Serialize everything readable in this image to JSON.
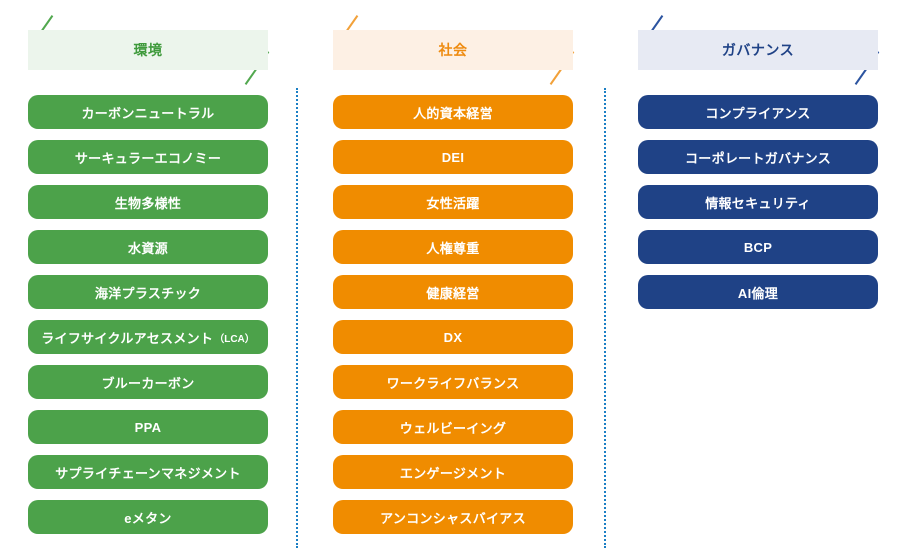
{
  "colors": {
    "environment_pill": "#4CA24A",
    "environment_header_bg": "#ecf5ec",
    "environment_header_text": "#3F9A3C",
    "society_pill": "#F08C00",
    "society_header_bg": "#fdf0e4",
    "society_header_text": "#EE8B10",
    "governance_pill": "#1F4286",
    "governance_header_bg": "#e7eaf3",
    "governance_header_text": "#1F4286",
    "divider": "#1B7FC4",
    "pill_text": "#FFFFFF"
  },
  "columns": [
    {
      "id": "environment",
      "header": "環境",
      "items": [
        {
          "label": "カーボンニュートラル",
          "sub": ""
        },
        {
          "label": "サーキュラーエコノミー",
          "sub": ""
        },
        {
          "label": "生物多様性",
          "sub": ""
        },
        {
          "label": "水資源",
          "sub": ""
        },
        {
          "label": "海洋プラスチック",
          "sub": ""
        },
        {
          "label": "ライフサイクルアセスメント",
          "sub": "（LCA）"
        },
        {
          "label": "ブルーカーボン",
          "sub": ""
        },
        {
          "label": "PPA",
          "sub": ""
        },
        {
          "label": "サプライチェーンマネジメント",
          "sub": ""
        },
        {
          "label": "eメタン",
          "sub": ""
        }
      ]
    },
    {
      "id": "society",
      "header": "社会",
      "items": [
        {
          "label": "人的資本経営",
          "sub": ""
        },
        {
          "label": "DEI",
          "sub": ""
        },
        {
          "label": "女性活躍",
          "sub": ""
        },
        {
          "label": "人権尊重",
          "sub": ""
        },
        {
          "label": "健康経営",
          "sub": ""
        },
        {
          "label": "DX",
          "sub": ""
        },
        {
          "label": "ワークライフバランス",
          "sub": ""
        },
        {
          "label": "ウェルビーイング",
          "sub": ""
        },
        {
          "label": "エンゲージメント",
          "sub": ""
        },
        {
          "label": "アンコンシャスバイアス",
          "sub": ""
        }
      ]
    },
    {
      "id": "governance",
      "header": "ガバナンス",
      "items": [
        {
          "label": "コンプライアンス",
          "sub": ""
        },
        {
          "label": "コーポレートガバナンス",
          "sub": ""
        },
        {
          "label": "情報セキュリティ",
          "sub": ""
        },
        {
          "label": "BCP",
          "sub": ""
        },
        {
          "label": "AI倫理",
          "sub": ""
        }
      ]
    }
  ]
}
